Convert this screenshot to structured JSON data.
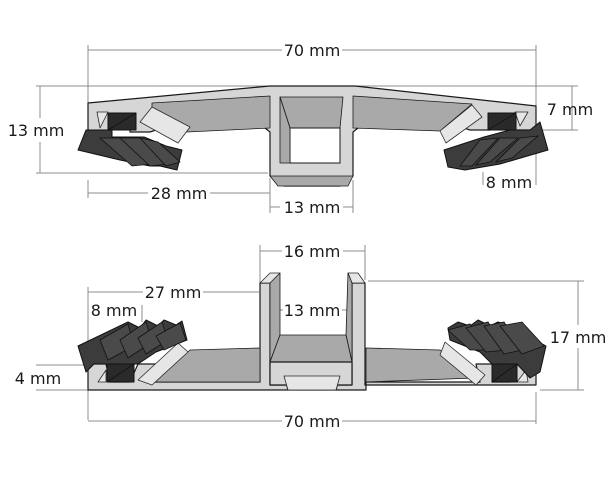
{
  "diagram": {
    "type": "technical cross-section drawing",
    "subject": "aluminium transition/threshold profiles with rubber inserts",
    "colors": {
      "aluminium_light": "#d6d6d6",
      "aluminium_mid": "#a9a9a9",
      "aluminium_face": "#e6e6e6",
      "rubber": "#3c3c3c",
      "rubber_dark": "#2a2a2a",
      "dimension_line": "#8c8c8c",
      "text": "#1a1a1a",
      "background": "#ffffff"
    },
    "top_profile": {
      "description": "T-profile with square channel underneath and rubber inserts on both ends",
      "dimensions": {
        "overall_width": "70 mm",
        "overall_height": "13 mm",
        "end_height": "7 mm",
        "wing_width": "28 mm",
        "channel_width": "13 mm",
        "insert_width": "8 mm"
      }
    },
    "bottom_profile": {
      "description": "U-channel profile with flat base and rubber inserts on both ends",
      "dimensions": {
        "channel_outer_width": "16 mm",
        "channel_inner_depth": "13 mm",
        "wing_width": "27 mm",
        "insert_width": "8 mm",
        "base_height": "4 mm",
        "overall_height": "17 mm",
        "overall_width": "70 mm"
      }
    }
  }
}
